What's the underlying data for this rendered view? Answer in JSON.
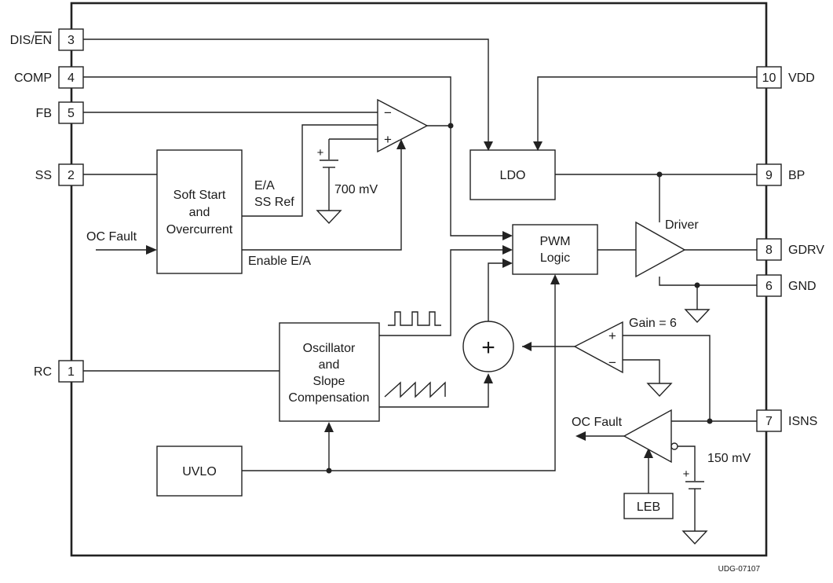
{
  "pins": {
    "dis_en": {
      "name_prefix": "DIS/",
      "name_over": "EN",
      "number": "3"
    },
    "comp": {
      "name": "COMP",
      "number": "4"
    },
    "fb": {
      "name": "FB",
      "number": "5"
    },
    "ss": {
      "name": "SS",
      "number": "2"
    },
    "rc": {
      "name": "RC",
      "number": "1"
    },
    "vdd": {
      "name": "VDD",
      "number": "10"
    },
    "bp": {
      "name": "BP",
      "number": "9"
    },
    "gdrv": {
      "name": "GDRV",
      "number": "8"
    },
    "gnd": {
      "name": "GND",
      "number": "6"
    },
    "isns": {
      "name": "ISNS",
      "number": "7"
    }
  },
  "blocks": {
    "soft_start": [
      "Soft Start",
      "and",
      "Overcurrent"
    ],
    "ldo": "LDO",
    "pwm": [
      "PWM",
      "Logic"
    ],
    "oscillator": [
      "Oscillator",
      "and",
      "Slope",
      "Compensation"
    ],
    "uvlo": "UVLO",
    "leb": "LEB"
  },
  "labels": {
    "ea_ss_ref": [
      "E/A",
      "SS Ref"
    ],
    "ref_700mv": "700 mV",
    "oc_fault_in": "OC Fault",
    "enable_ea": "Enable E/A",
    "driver": "Driver",
    "gain": "Gain = 6",
    "oc_fault_out": "OC Fault",
    "ref_150mv": "150 mV",
    "minus": "−",
    "plus": "+",
    "summer": "+"
  },
  "footer": {
    "figure_id": "UDG-07107"
  }
}
